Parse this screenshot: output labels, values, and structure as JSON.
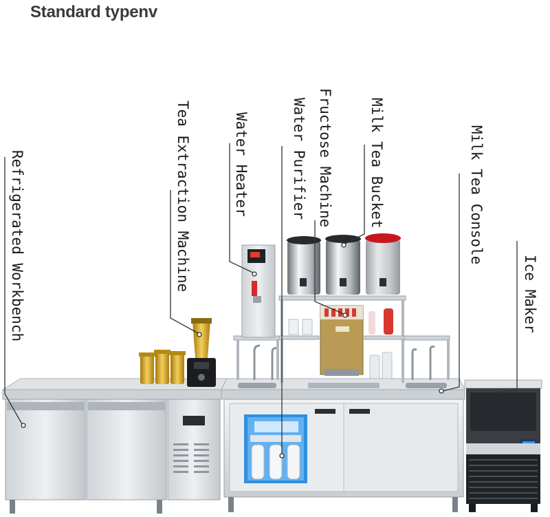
{
  "title": "Standard typenv",
  "labels": {
    "refrigerated_workbench": "Refrigerated Workbench",
    "tea_extraction_machine": "Tea Extraction Machine",
    "water_heater": "Water Heater",
    "water_purifier": "Water Purifier",
    "fructose_machine": "Fructose Machine",
    "milk_tea_bucket": "Milk Tea Bucket",
    "milk_tea_console": "Milk Tea Console",
    "ice_maker": "Ice Maker"
  },
  "colors": {
    "steel_light": "#e4e7ea",
    "steel_mid": "#c7ccd1",
    "steel_dark": "#8f969d",
    "gold": "#d9a520",
    "bucket_red": "#c8161d",
    "purifier_blue": "#2f8fe0",
    "leader_line": "#333333"
  }
}
